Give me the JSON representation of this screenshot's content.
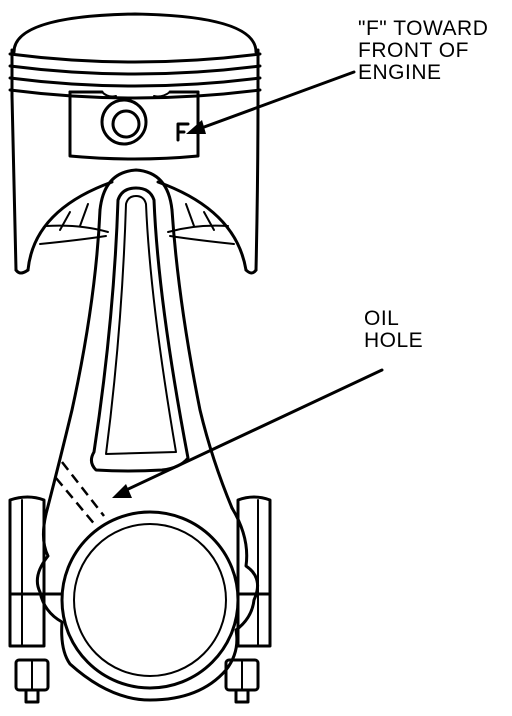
{
  "labels": {
    "front": [
      "\"F\" TOWARD",
      "FRONT OF",
      "ENGINE"
    ],
    "oil": [
      "OIL",
      "HOLE"
    ]
  },
  "mark": "F"
}
